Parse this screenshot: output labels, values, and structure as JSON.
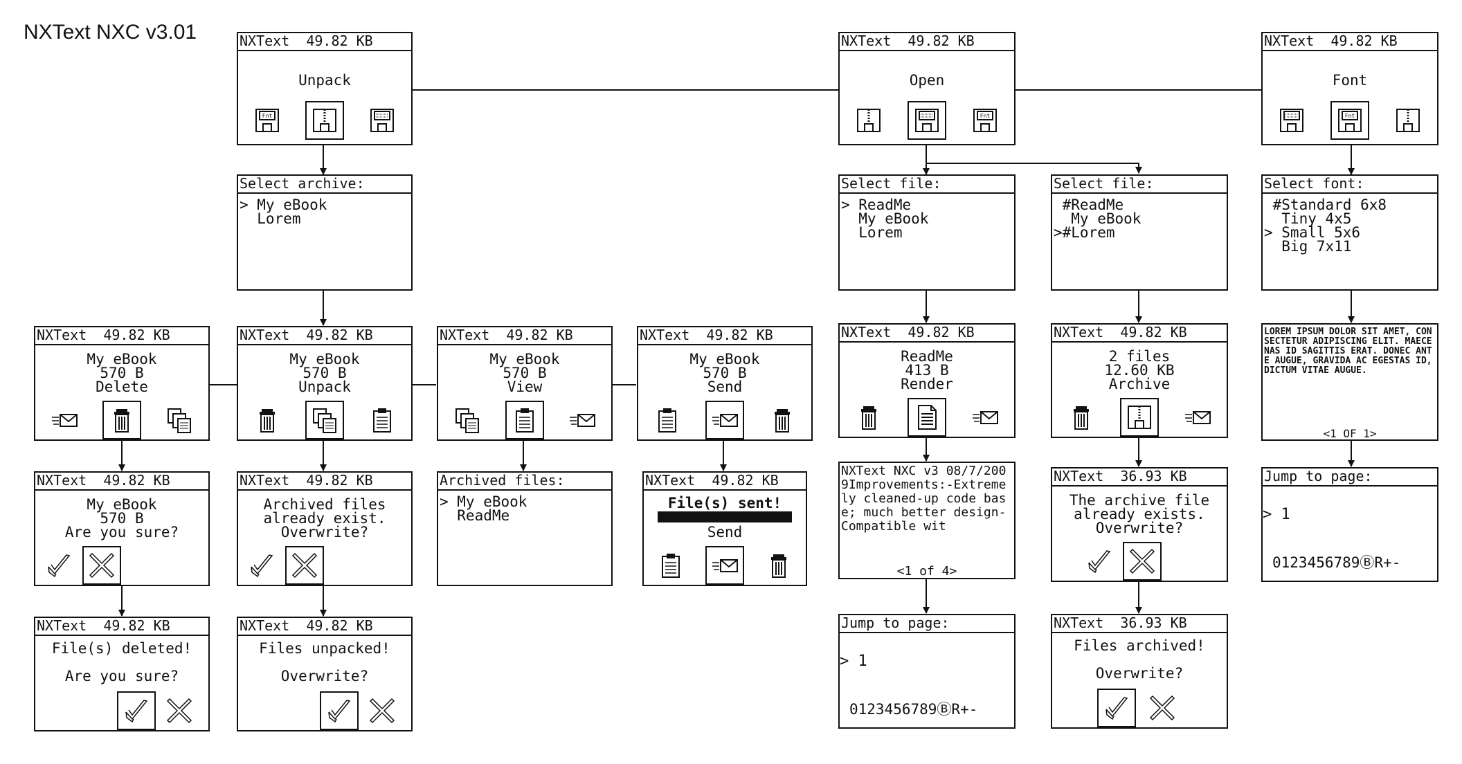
{
  "title": "NXText NXC v3.01",
  "header": {
    "app": "NXText",
    "size_main": "49.82 KB",
    "size_low": "36.93 KB"
  },
  "unpack_menu": {
    "label": "Unpack",
    "icons": [
      "font-disk-icon",
      "zip-disk-icon",
      "text-disk-icon"
    ]
  },
  "open_menu": {
    "label": "Open",
    "icons": [
      "zip-disk-icon",
      "text-disk-icon",
      "font-disk-icon"
    ]
  },
  "font_menu": {
    "label": "Font",
    "icons": [
      "text-disk-icon",
      "font-disk-icon",
      "zip-disk-icon"
    ]
  },
  "select_archive": {
    "header": "Select archive:",
    "lines": "> My eBook\n  Lorem"
  },
  "select_file_a": {
    "header": "Select file:",
    "lines": "> ReadMe\n  My eBook\n  Lorem"
  },
  "select_file_b": {
    "header": "Select file:",
    "lines": " #ReadMe\n  My eBook\n>#Lorem"
  },
  "select_font": {
    "header": "Select font:",
    "lines": " #Standard 6x8\n  Tiny 4x5\n> Small 5x6\n  Big 7x11"
  },
  "ebook_delete": {
    "name": "My eBook",
    "size": "570 B",
    "action": "Delete"
  },
  "ebook_unpack": {
    "name": "My eBook",
    "size": "570 B",
    "action": "Unpack"
  },
  "ebook_view": {
    "name": "My eBook",
    "size": "570 B",
    "action": "View"
  },
  "ebook_send": {
    "name": "My eBook",
    "size": "570 B",
    "action": "Send"
  },
  "readme_render": {
    "name": "ReadMe",
    "size": "413 B",
    "action": "Render"
  },
  "files_archive": {
    "name": "2 files",
    "size": "12.60 KB",
    "action": "Archive"
  },
  "font_preview": {
    "text": "LOREM IPSUM DOLOR SIT AMET, CONSECTETUR ADIPISCING ELIT. MAECENAS ID SAGITTIS ERAT. DONEC ANTE AUGUE, GRAVIDA AC EGESTAS ID, DICTUM VITAE AUGUE.",
    "page": "<1 OF 1>"
  },
  "delete_confirm": {
    "name": "My eBook",
    "size": "570 B",
    "question": "Are you sure?"
  },
  "unpack_confirm": {
    "l1": "Archived files",
    "l2": "already exist.",
    "question": "Overwrite?"
  },
  "archived_files": {
    "header": "Archived files:",
    "lines": "> My eBook\n  ReadMe"
  },
  "sent": {
    "status": "File(s) sent!",
    "action": "Send"
  },
  "readme_text": {
    "text": "NXText NXC v3 08/7/2009Improvements:-Extremely cleaned-up code base; much better design-Compatible wit",
    "page": "<1 of 4>"
  },
  "archive_confirm": {
    "l1": "The archive file",
    "l2": "already exists.",
    "question": "Overwrite?"
  },
  "jump1": {
    "header": "Jump to page:",
    "value": "> 1",
    "keys": "0123456789ⒷR+-"
  },
  "jump2": {
    "header": "Jump to page:",
    "value": "> 1",
    "keys": "0123456789ⒷR+-"
  },
  "deleted_done": {
    "status": "File(s) deleted!",
    "question": "Are you sure?"
  },
  "unpacked_done": {
    "status": "Files unpacked!",
    "question": "Overwrite?"
  },
  "archived_done": {
    "status": "Files archived!",
    "question": "Overwrite?"
  }
}
